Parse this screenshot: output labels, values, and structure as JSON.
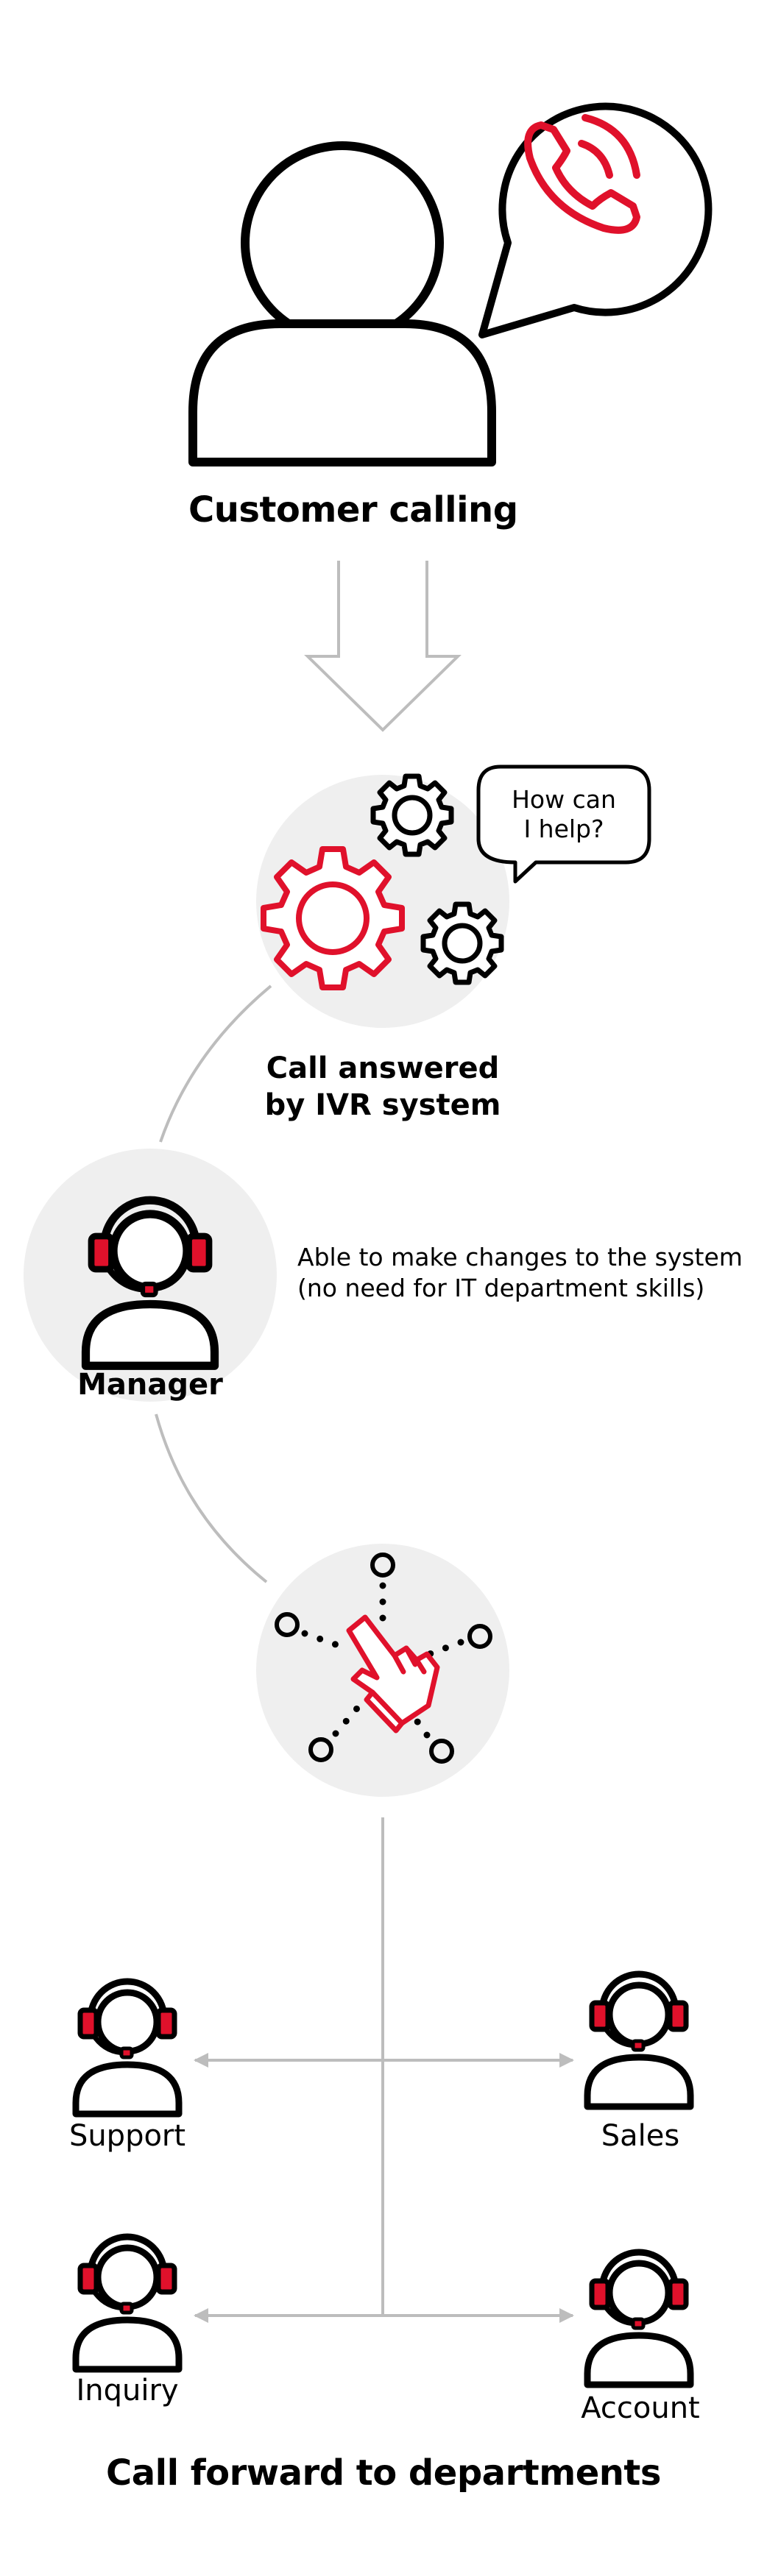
{
  "colors": {
    "accent": "#E0112B",
    "ink": "#000000",
    "circle_bg": "#EFEFEF",
    "connector": "#BDBDBD"
  },
  "customer": {
    "label": "Customer calling",
    "icon": "person-icon",
    "bubble_icon": "phone-ringing-icon"
  },
  "ivr": {
    "label_line1": "Call answered",
    "label_line2": "by IVR system",
    "bubble_line1": "How can",
    "bubble_line2": "I help?",
    "icon": "gears-icon"
  },
  "manager": {
    "label": "Manager",
    "note_line1": "Able to make changes to the system",
    "note_line2": "(no need for IT department skills)",
    "icon": "headset-agent-icon"
  },
  "routing": {
    "icon": "hand-pointer-network-icon"
  },
  "departments": [
    {
      "label": "Support"
    },
    {
      "label": "Sales"
    },
    {
      "label": "Inquiry"
    },
    {
      "label": "Account"
    }
  ],
  "footer": {
    "title": "Call forward to departments"
  }
}
